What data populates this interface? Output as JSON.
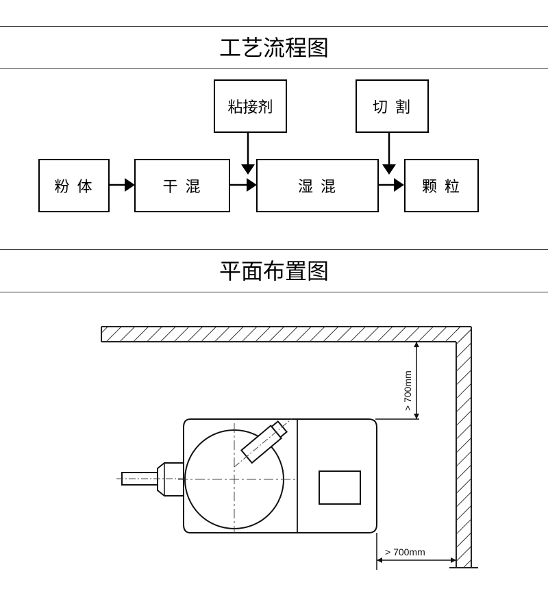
{
  "sections": {
    "process_title": "工艺流程图",
    "layout_title": "平面布置图"
  },
  "flow": {
    "nodes": {
      "powder": "粉 体",
      "dry_mix": "干 混",
      "wet_mix": "湿 混",
      "granule": "颗 粒",
      "binder": "粘接剂",
      "cutting": "切 割"
    }
  },
  "layout": {
    "clearance_vertical": "> 700mm",
    "clearance_horizontal": "> 700mm"
  }
}
